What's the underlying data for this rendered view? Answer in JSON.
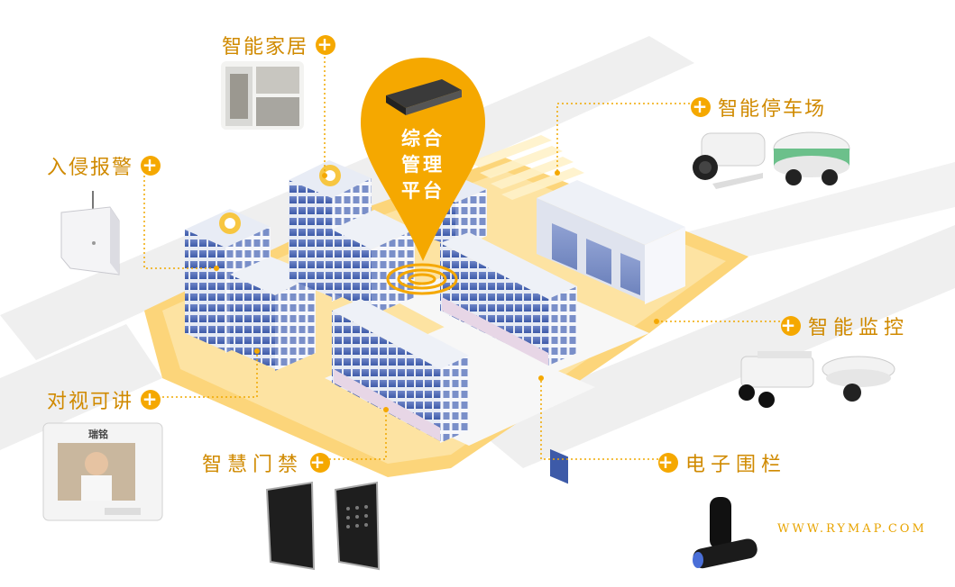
{
  "platform": {
    "line1": "综合",
    "line2": "管理",
    "line3": "平台"
  },
  "labels": {
    "smart_home": "智能家居",
    "intrusion_alarm": "入侵报警",
    "smart_parking": "智能停车场",
    "smart_monitoring": "智能监控",
    "video_intercom": "对视可讲",
    "smart_access": "智慧门禁",
    "electronic_fence": "电子围栏"
  },
  "intercom_brand": "瑞铭",
  "website": "WWW.RYMAP.COM",
  "colors": {
    "accent": "#f5a800",
    "ground": "#fbd98a",
    "road": "#ececec",
    "building": "#cfd6e8"
  }
}
